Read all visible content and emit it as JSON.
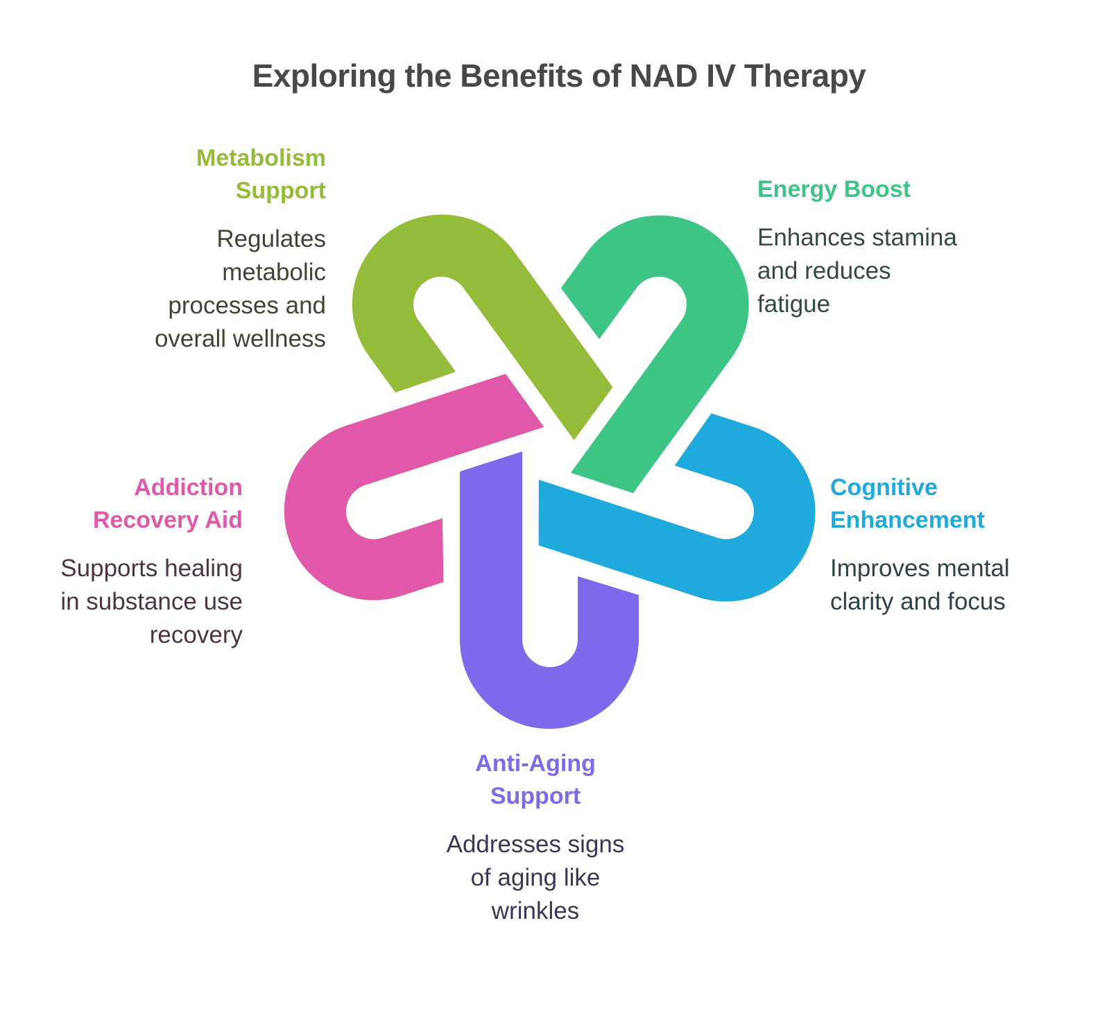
{
  "title": "Exploring the Benefits of NAD IV Therapy",
  "items": [
    {
      "id": "metabolism",
      "heading_lines": [
        "Metabolism",
        "Support"
      ],
      "description_lines": [
        "Regulates",
        "metabolic",
        "processes and",
        "overall wellness"
      ],
      "color": "#94BC3A",
      "text_color": "#3F4435"
    },
    {
      "id": "energy",
      "heading_lines": [
        "Energy Boost"
      ],
      "description_lines": [
        "Enhances stamina",
        "and reduces",
        "fatigue"
      ],
      "color": "#3EC586",
      "text_color": "#344A40"
    },
    {
      "id": "cognitive",
      "heading_lines": [
        "Cognitive",
        "Enhancement"
      ],
      "description_lines": [
        "Improves mental",
        "clarity and focus"
      ],
      "color": "#20AADB",
      "text_color": "#2E4149"
    },
    {
      "id": "antiaging",
      "heading_lines": [
        "Anti-Aging",
        "Support"
      ],
      "description_lines": [
        "Addresses signs",
        "of aging like",
        "wrinkles"
      ],
      "color": "#7F68EA",
      "text_color": "#3B3658"
    },
    {
      "id": "addiction",
      "heading_lines": [
        "Addiction",
        "Recovery Aid"
      ],
      "description_lines": [
        "Supports healing",
        "in substance use",
        "recovery"
      ],
      "color": "#E059A9",
      "text_color": "#4E3443"
    }
  ]
}
